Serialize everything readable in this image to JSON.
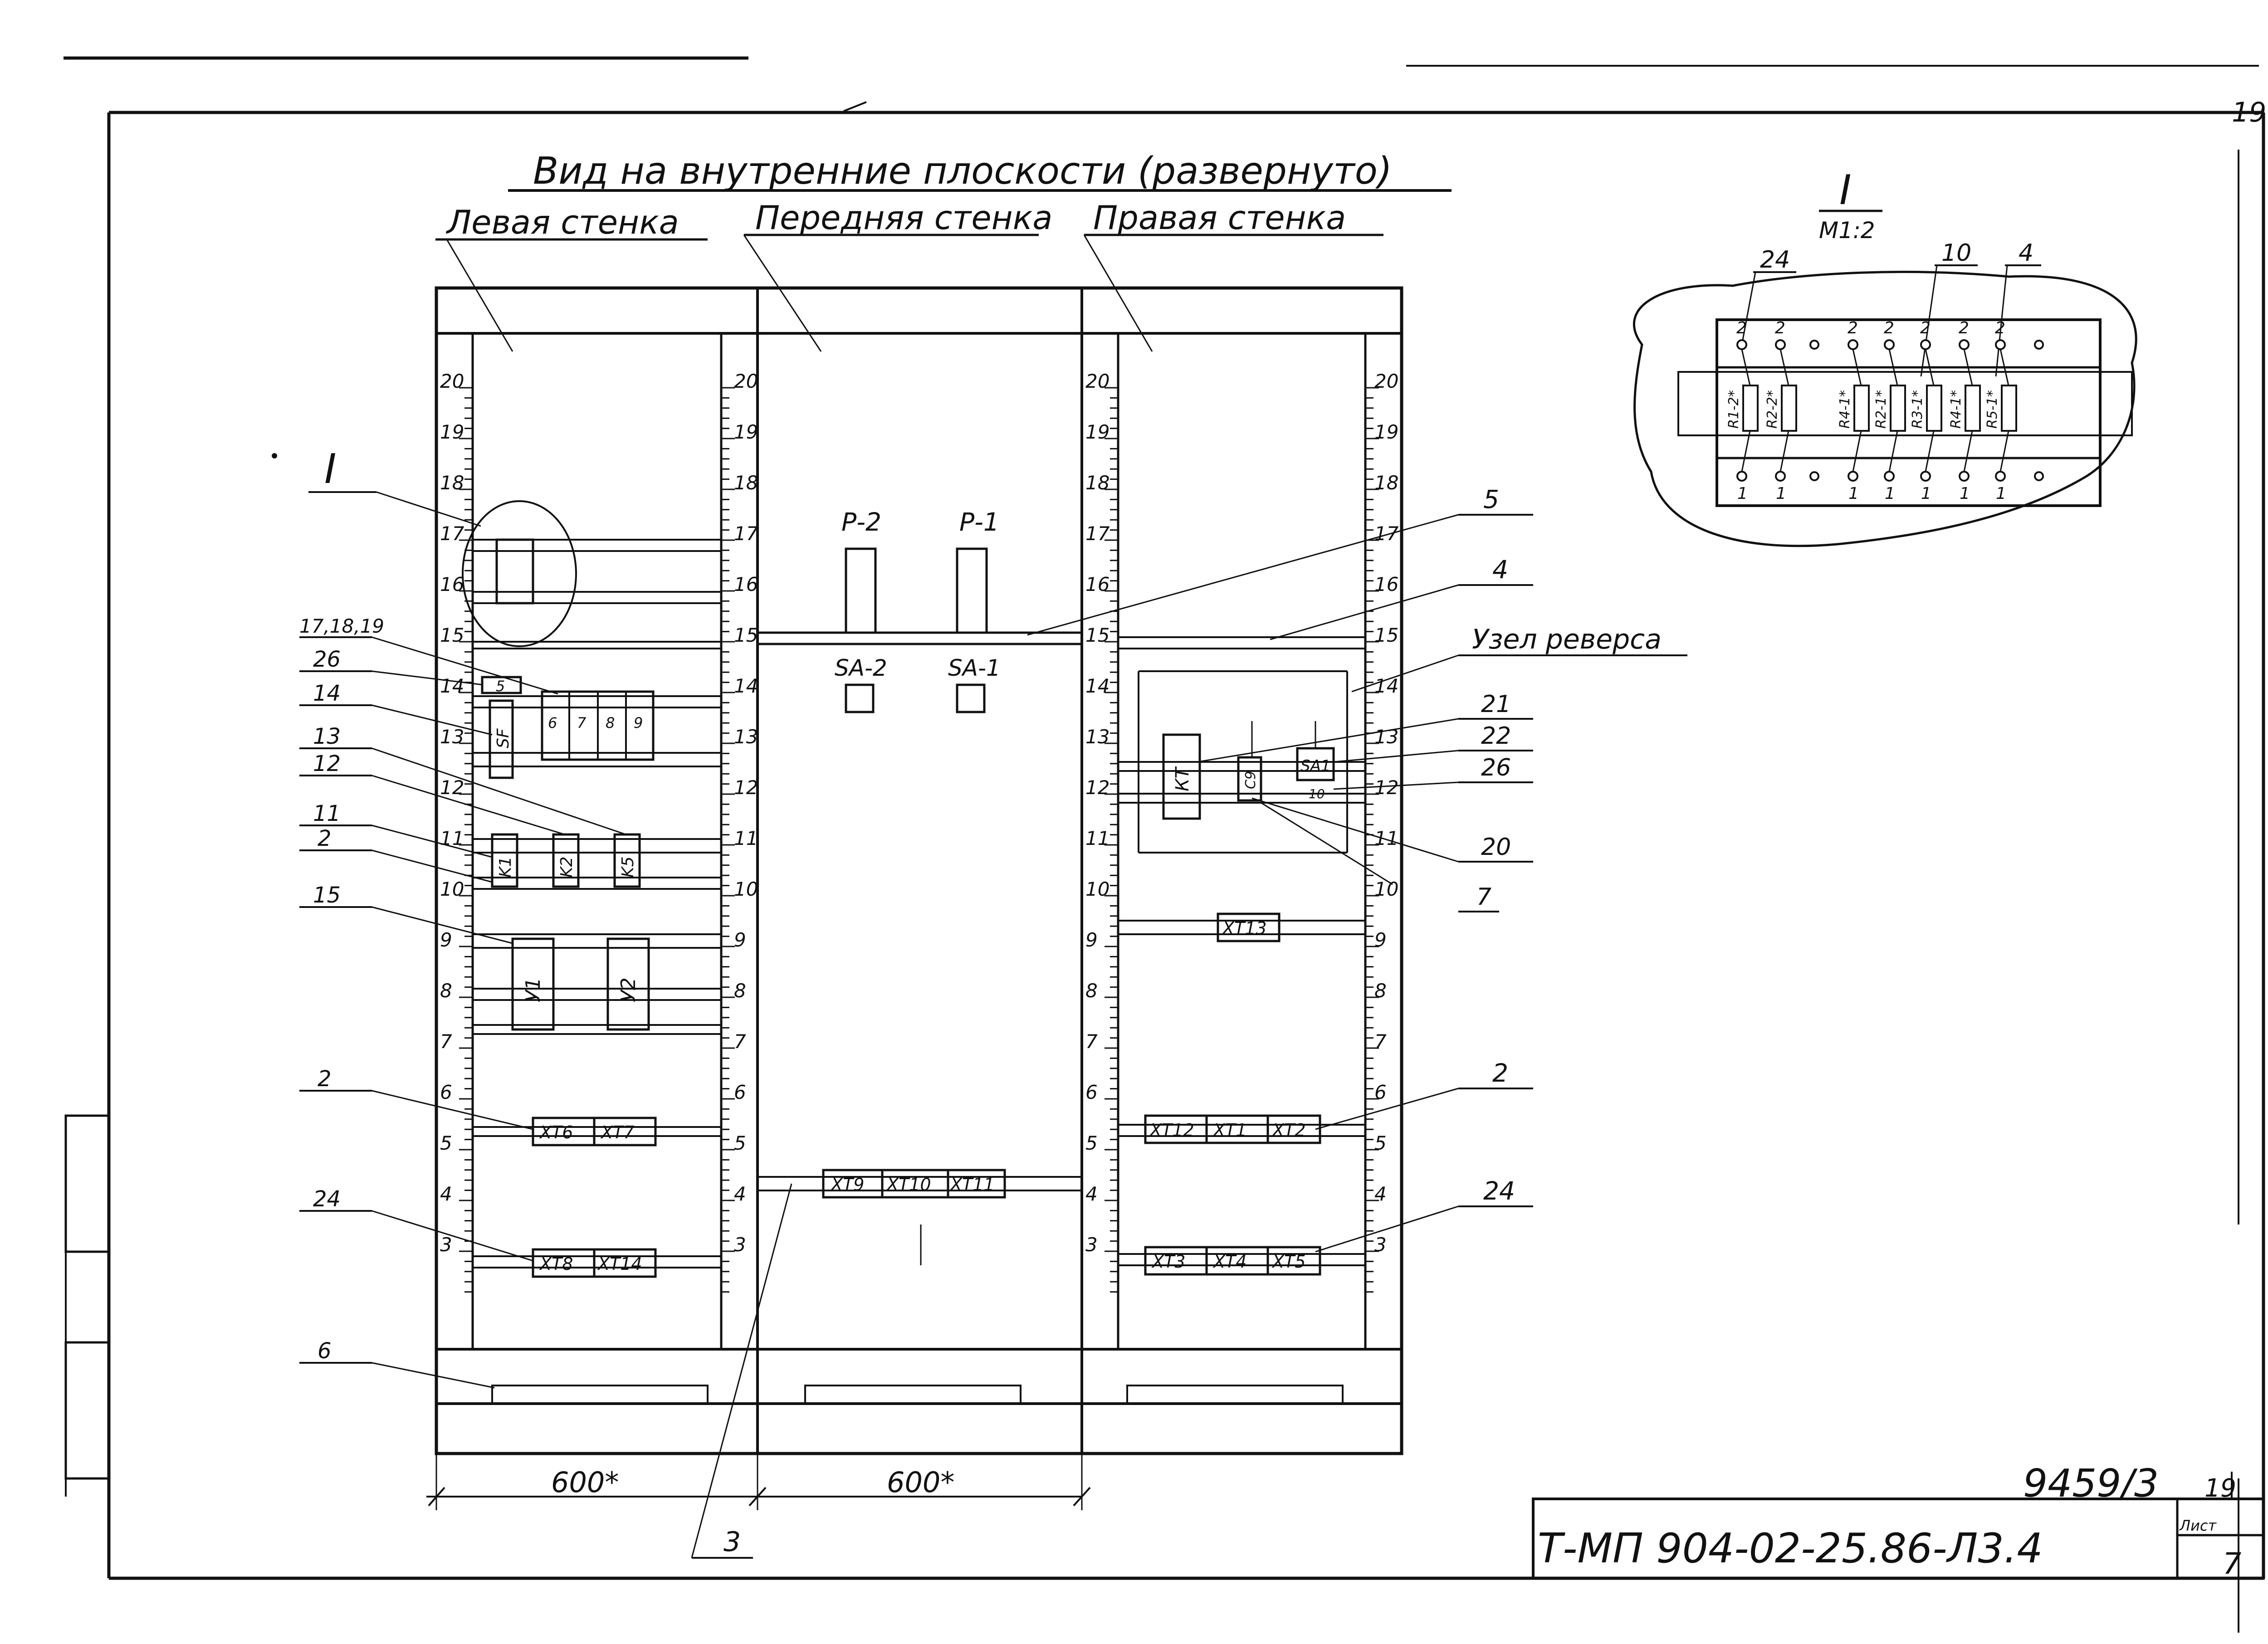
{
  "sheet": {
    "page_number": "19",
    "right_page_number": "19",
    "doc_code": "Т-МП 904-02-25.86-Л3.4",
    "inventory_number": "9459/3",
    "sheet_label": "Лист",
    "sheet_number": "7",
    "sheet_small_number": "19"
  },
  "title": {
    "main": "Вид на внутренние плоскости (развернуто)",
    "left_wall": "Левая стенка",
    "front_wall": "Передняя стенка",
    "right_wall": "Правая стенка"
  },
  "detail": {
    "view_label": "I",
    "scale": "М1:2",
    "callouts": [
      "24",
      "10",
      "4"
    ],
    "top_pins": [
      "2",
      "2",
      "2",
      "2",
      "2",
      "2",
      "2"
    ],
    "resistors": [
      "R1-2*",
      "R2-2*",
      "R4-1*",
      "R2-1*",
      "R3-1*",
      "R4-1*",
      "R5-1*"
    ],
    "bottom_pins": [
      "1",
      "1",
      "1",
      "1",
      "1",
      "1",
      "1"
    ]
  },
  "rulers": {
    "ticks": [
      "20",
      "19",
      "18",
      "17",
      "16",
      "15",
      "14",
      "13",
      "12",
      "11",
      "10",
      "9",
      "8",
      "7",
      "6",
      "5",
      "4",
      "3"
    ]
  },
  "left_panel": {
    "components": {
      "sf": "SF",
      "small5": "5",
      "relays": [
        "6",
        "7",
        "8",
        "9"
      ],
      "k1": "K1",
      "k2": "K2",
      "k5": "K5",
      "y1": "У1",
      "y2": "У2",
      "xt6": "ХТ6",
      "xt7": "ХТ7",
      "xt8": "ХТ8",
      "xt14": "ХТ14"
    },
    "callouts": {
      "view": "I",
      "c171819": "17,18,19",
      "c26": "26",
      "c14": "14",
      "c13": "13",
      "c12": "12",
      "c11": "11",
      "c2a": "2",
      "c15": "15",
      "c2b": "2",
      "c24": "24",
      "c6": "6"
    }
  },
  "front_panel": {
    "components": {
      "p2": "Р-2",
      "p1": "Р-1",
      "sa2": "SA-2",
      "sa1": "SA-1",
      "xt9": "ХТ9",
      "xt10": "ХТ10",
      "xt11": "ХТ11"
    },
    "callouts": {
      "c3": "3"
    }
  },
  "right_panel": {
    "components": {
      "kt": "КТ",
      "c9": "С9",
      "sa": "SA1",
      "sa_sub": "10",
      "xt13": "ХТ13",
      "xt12": "ХТ12",
      "xt1": "ХТ1",
      "xt2": "ХТ2",
      "xt3": "ХТ3",
      "xt4": "ХТ4",
      "xt5": "ХТ5"
    },
    "callouts": {
      "c5": "5",
      "c4": "4",
      "reverse": "Узел реверса",
      "c21": "21",
      "c22": "22",
      "c26": "26",
      "c20": "20",
      "c7": "7",
      "c2": "2",
      "c24": "24"
    }
  },
  "dimensions": {
    "left_width": "600*",
    "front_width": "600*"
  }
}
